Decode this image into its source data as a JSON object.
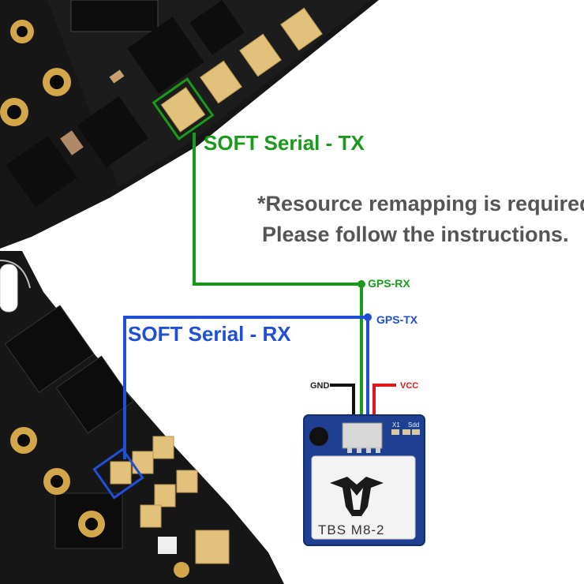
{
  "labels": {
    "soft_serial_tx": "SOFT Serial - TX",
    "soft_serial_rx": "SOFT Serial - RX",
    "note_line1": "*Resource remapping is required.",
    "note_line2": "Please follow the instructions.",
    "gps_rx": "GPS-RX",
    "gps_tx": "GPS-TX",
    "gnd": "GND",
    "vcc": "VCC"
  },
  "module": {
    "name": "TBS M8-2",
    "silkscreen_x1": "X1",
    "silkscreen_sdd": "Sdd"
  },
  "colors": {
    "tx_wire": "#1a9a1a",
    "rx_wire": "#1e4fd6",
    "vcc_wire": "#e01818",
    "gnd_wire": "#111111",
    "note_text": "#555555",
    "board": "#161616",
    "module_pcb": "#1f3f92"
  }
}
